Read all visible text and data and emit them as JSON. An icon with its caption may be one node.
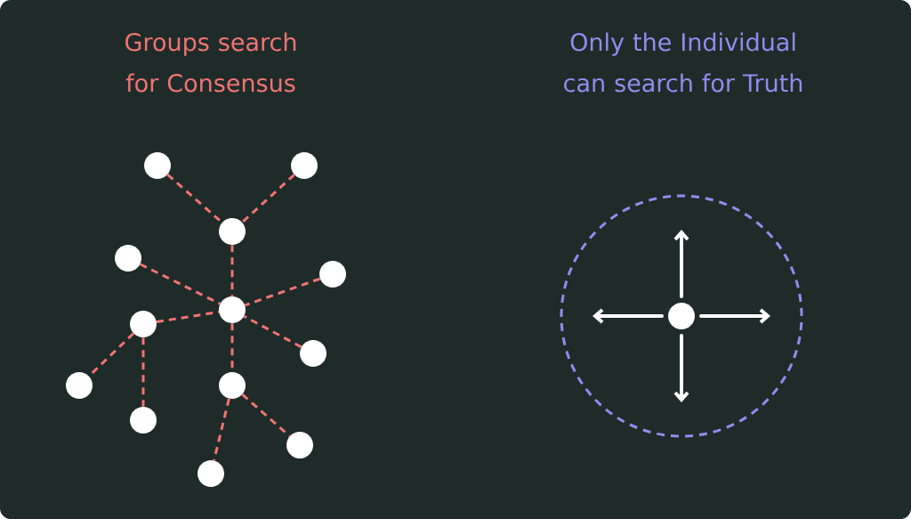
{
  "diagram": {
    "nodes": [
      {
        "text": [],
        "shape": "circle"
      },
      {
        "text": [],
        "shape": "circle"
      },
      {
        "text": [],
        "shape": "circle"
      },
      {
        "text": [],
        "shape": "circle"
      },
      {
        "text": [],
        "shape": "circle"
      },
      {
        "text": [],
        "shape": "circle"
      },
      {
        "text": [],
        "shape": "circle"
      },
      {
        "text": [],
        "shape": "circle"
      },
      {
        "text": [],
        "shape": "circle"
      },
      {
        "text": [],
        "shape": "circle"
      },
      {
        "text": [],
        "shape": "circle"
      },
      {
        "text": [],
        "shape": "circle"
      },
      {
        "text": [],
        "shape": "circle"
      },
      {
        "text": [],
        "shape": "circle"
      },
      {
        "text": [],
        "shape": "circle",
        "in": 13
      }
    ],
    "edges": [
      {
        "from": 0,
        "to": 2,
        "arrow": "none",
        "style": "dashed"
      },
      {
        "from": 1,
        "to": 2,
        "arrow": "none",
        "style": "dashed"
      },
      {
        "from": 2,
        "to": 5,
        "arrow": "none",
        "style": "dashed"
      },
      {
        "from": 3,
        "to": 5,
        "arrow": "none",
        "style": "dashed"
      },
      {
        "from": 4,
        "to": 5,
        "arrow": "none",
        "style": "dashed"
      },
      {
        "from": 6,
        "to": 5,
        "arrow": "none",
        "style": "dashed"
      },
      {
        "from": 7,
        "to": 5,
        "arrow": "none",
        "style": "dashed"
      },
      {
        "from": 5,
        "to": 9,
        "arrow": "none",
        "style": "dashed"
      },
      {
        "from": 6,
        "to": 8,
        "arrow": "none",
        "style": "dashed"
      },
      {
        "from": 6,
        "to": 10,
        "arrow": "none",
        "style": "dashed"
      },
      {
        "from": 9,
        "to": 11,
        "arrow": "none",
        "style": "dashed"
      },
      {
        "from": 9,
        "to": 12,
        "arrow": "none",
        "style": "dashed"
      },
      {
        "from": 14,
        "to": null,
        "arrow": "to",
        "color": "#ffffff"
      },
      {
        "from": 14,
        "to": null,
        "arrow": "to",
        "color": "#ffffff"
      },
      {
        "from": 14,
        "to": null,
        "arrow": "to",
        "color": "#ffffff"
      },
      {
        "from": 14,
        "to": null,
        "arrow": "to",
        "color": "#ffffff"
      }
    ],
    "labels": [
      "Groups search for Consensus",
      "Only the Individual can search for Truth"
    ]
  }
}
